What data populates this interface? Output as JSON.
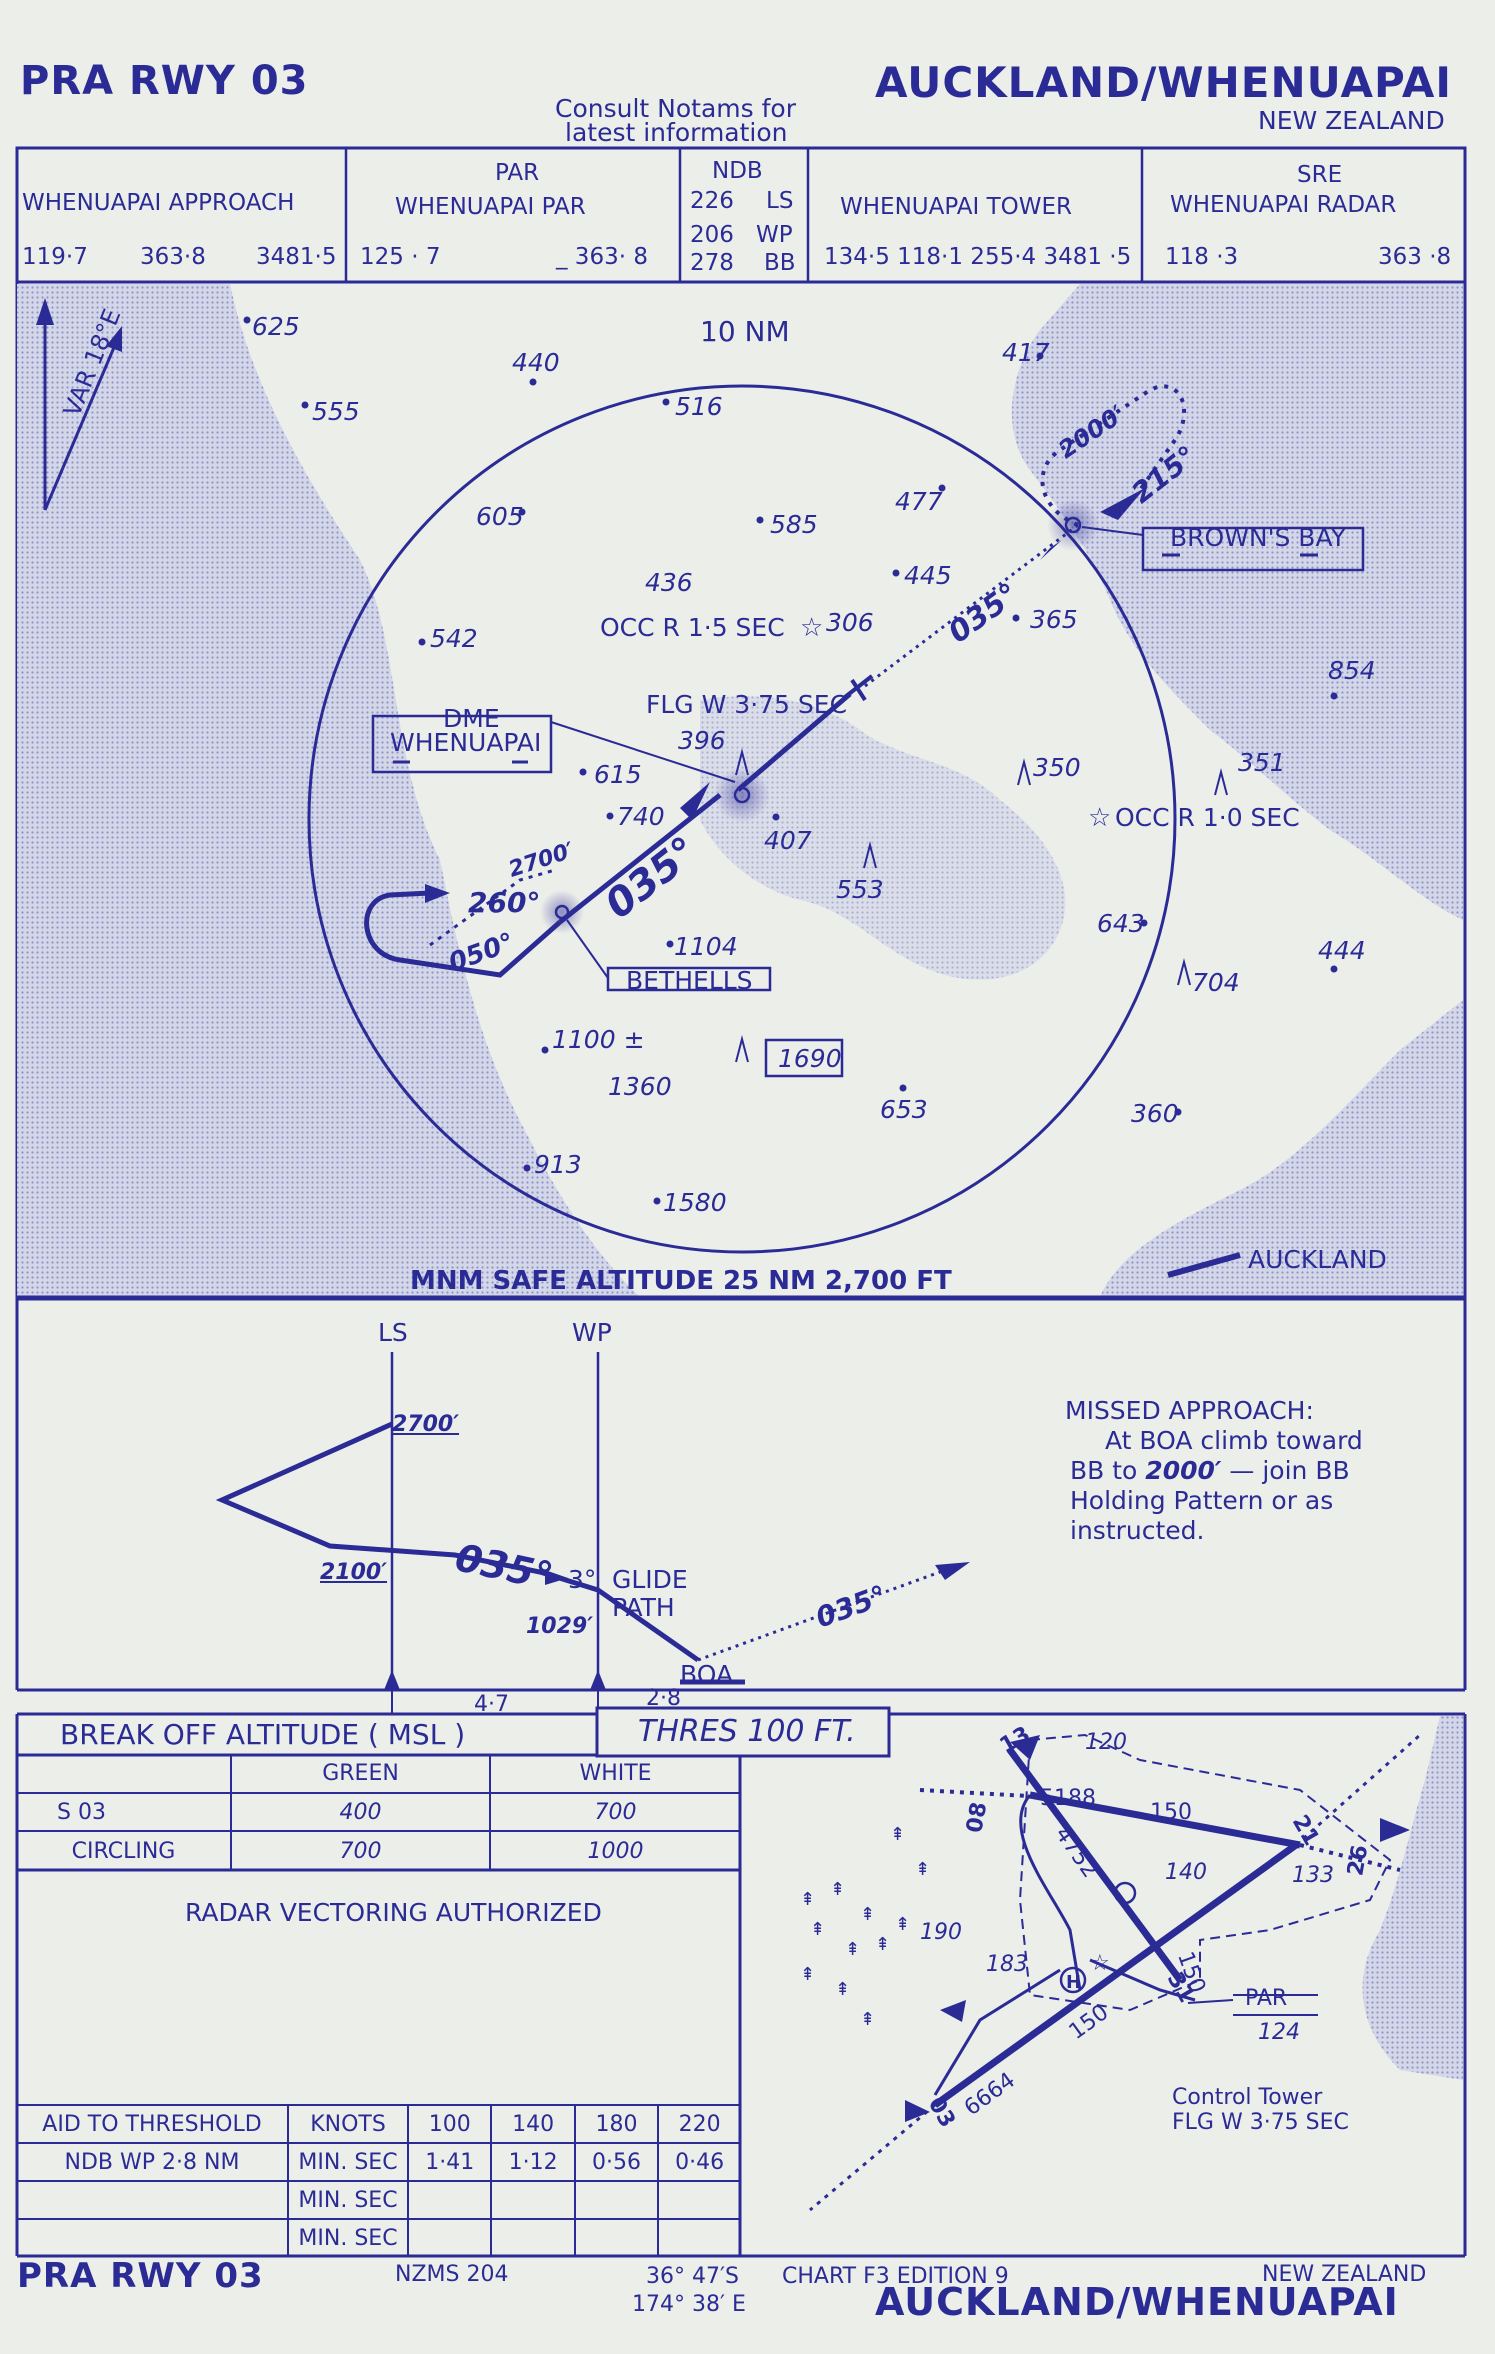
{
  "header": {
    "title_left": "PRA  RWY  03",
    "consult_line1": "Consult Notams for",
    "consult_line2": "latest information",
    "title_right": "AUCKLAND/WHENUAPAI",
    "country": "NEW ZEALAND"
  },
  "freq_box": {
    "approach": {
      "name": "WHENUAPAI APPROACH",
      "f1": "119·7",
      "f2": "363·8",
      "f3": "3481·5"
    },
    "par": {
      "line1": "PAR",
      "line2": "WHENUAPAI PAR",
      "f1": "125 · 7",
      "f2": "_ 363· 8"
    },
    "ndb": {
      "title": "NDB",
      "rows": [
        {
          "freq": "226",
          "id": "LS"
        },
        {
          "freq": "206",
          "id": "WP"
        },
        {
          "freq": "278",
          "id": "BB"
        }
      ]
    },
    "tower": {
      "name": "WHENUAPAI TOWER",
      "freqs": "134·5  118·1 255·4  3481 ·5"
    },
    "sre": {
      "line1": "SRE",
      "line2": "WHENUAPAI RADAR",
      "f1": "118 ·3",
      "f2": "363 ·8"
    }
  },
  "plan": {
    "var_label": "VAR 18°E",
    "ring_label": "10 NM",
    "spot_heights": [
      "625",
      "555",
      "440",
      "516",
      "417",
      "605",
      "585",
      "477",
      "445",
      "436",
      "306",
      "365",
      "542",
      "854",
      "396",
      "615",
      "350",
      "351",
      "740",
      "407",
      "553",
      "643",
      "444",
      "704",
      "1104",
      "1100 ±",
      "1360",
      "1690",
      "653",
      "360",
      "913",
      "1580"
    ],
    "courses": {
      "inbound": "035°",
      "outbound": "035°",
      "holding_out": "215°",
      "holding_alt": "2000′",
      "procedure_turn_out": "260°",
      "procedure_turn_in": "050°",
      "pt_alt": "2700′"
    },
    "lights": {
      "occ1": "OCC R 1·5 SEC",
      "flg": "FLG W 3·75 SEC",
      "occ2": "OCC R 1·0 SEC"
    },
    "dme": {
      "line1": "DME",
      "line2": "WHENUAPAI"
    },
    "bethells": "BETHELLS",
    "browns_bay": "BROWN'S BAY",
    "auckland": "AUCKLAND",
    "msa": "MNM SAFE ALTITUDE 25 NM   2,700 FT"
  },
  "profile": {
    "ls": "LS",
    "wp": "WP",
    "alt_2700": "2700′",
    "alt_2100": "2100′",
    "course": "035°",
    "glide_deg": "3°",
    "glide_word1": "GLIDE",
    "glide_word2": "PATH",
    "alt_1029": "1029′",
    "outbound": "035°",
    "boa": "BOA",
    "dist1": "4·7",
    "dist2": "2·8",
    "missed": {
      "title": "MISSED APPROACH:",
      "line1": "At BOA climb toward",
      "line2a": "BB to ",
      "line2b": "2000′",
      "line2c": " — join BB",
      "line3": "Holding Pattern or as",
      "line4": "instructed."
    }
  },
  "boa_table": {
    "title": "BREAK  OFF  ALTITUDE  ( MSL )",
    "thres": "THRES 100  FT.",
    "headers": [
      "",
      "GREEN",
      "WHITE"
    ],
    "rows": [
      [
        "S  03",
        "400",
        "700"
      ],
      [
        "CIRCLING",
        "700",
        "1000"
      ]
    ],
    "note": "RADAR  VECTORING  AUTHORIZED"
  },
  "aid_table": {
    "headers": [
      "AID TO THRESHOLD",
      "KNOTS",
      "100",
      "140",
      "180",
      "220"
    ],
    "rows": [
      [
        "NDB  WP  2·8  NM",
        "MIN. SEC",
        "1·41",
        "1·12",
        "0·56",
        "0·46"
      ],
      [
        "",
        "MIN. SEC",
        "",
        "",
        "",
        ""
      ],
      [
        "",
        "MIN. SEC",
        "",
        "",
        "",
        ""
      ]
    ]
  },
  "aerodrome": {
    "rwy_03": "03",
    "rwy_21": "21",
    "rwy_08": "08",
    "rwy_26": "26",
    "rwy_13": "13",
    "rwy_31": "31",
    "len_5188": "5188",
    "w_150a": "150",
    "len_4752": "4752",
    "w_150b": "150",
    "len_6664": "6664",
    "w_150c": "150",
    "elevs": [
      "120",
      "140",
      "133",
      "190",
      "183"
    ],
    "par_label": "PAR",
    "par_elev": "124",
    "tower_line1": "Control Tower",
    "tower_line2": "FLG W 3·75 SEC"
  },
  "footer": {
    "title_left": "PRA  RWY  03",
    "nzms": "NZMS  204",
    "lat": "36° 47′S",
    "lon": "174° 38′ E",
    "chart": "CHART F3  EDITION  9",
    "country": "NEW  ZEALAND",
    "title_right": "AUCKLAND/WHENUAPAI"
  },
  "colors": {
    "ink": "#2b2b96",
    "paper": "#eceeea",
    "land_shade": "#c8cde3"
  }
}
